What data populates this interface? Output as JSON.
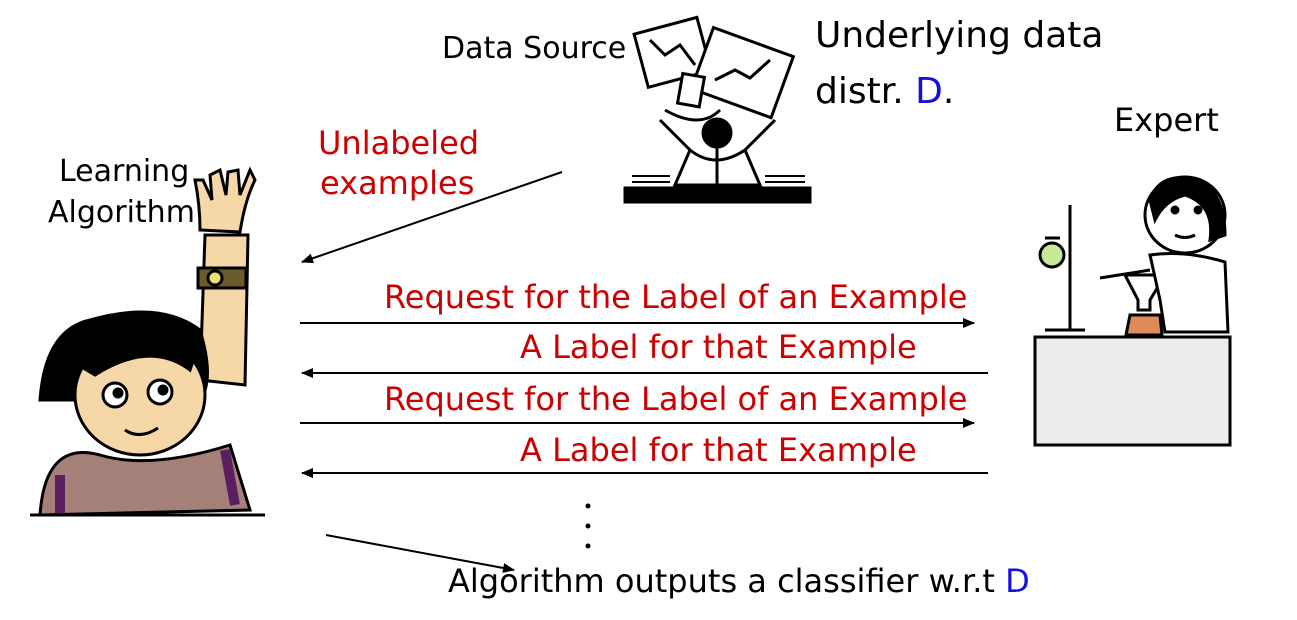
{
  "labels": {
    "data_source": "Data Source",
    "underlying_line1": "Underlying data",
    "underlying_line2_prefix": "distr. ",
    "underlying_symbol": "D",
    "underlying_suffix": ".",
    "expert": "Expert",
    "unlabeled_line1": "Unlabeled",
    "unlabeled_line2": "examples",
    "learning_line1": "Learning",
    "learning_line2": "Algorithm",
    "request_1": "Request for the Label of an Example",
    "response_1": "A Label for that Example",
    "request_2": "Request for the Label of an Example",
    "response_2": "A Label for that Example",
    "output_prefix": "Algorithm outputs a classifier w.r.t ",
    "output_symbol": "D"
  },
  "colors": {
    "text": "#000000",
    "message": "#cc0000",
    "symbol": "#1010e0"
  }
}
